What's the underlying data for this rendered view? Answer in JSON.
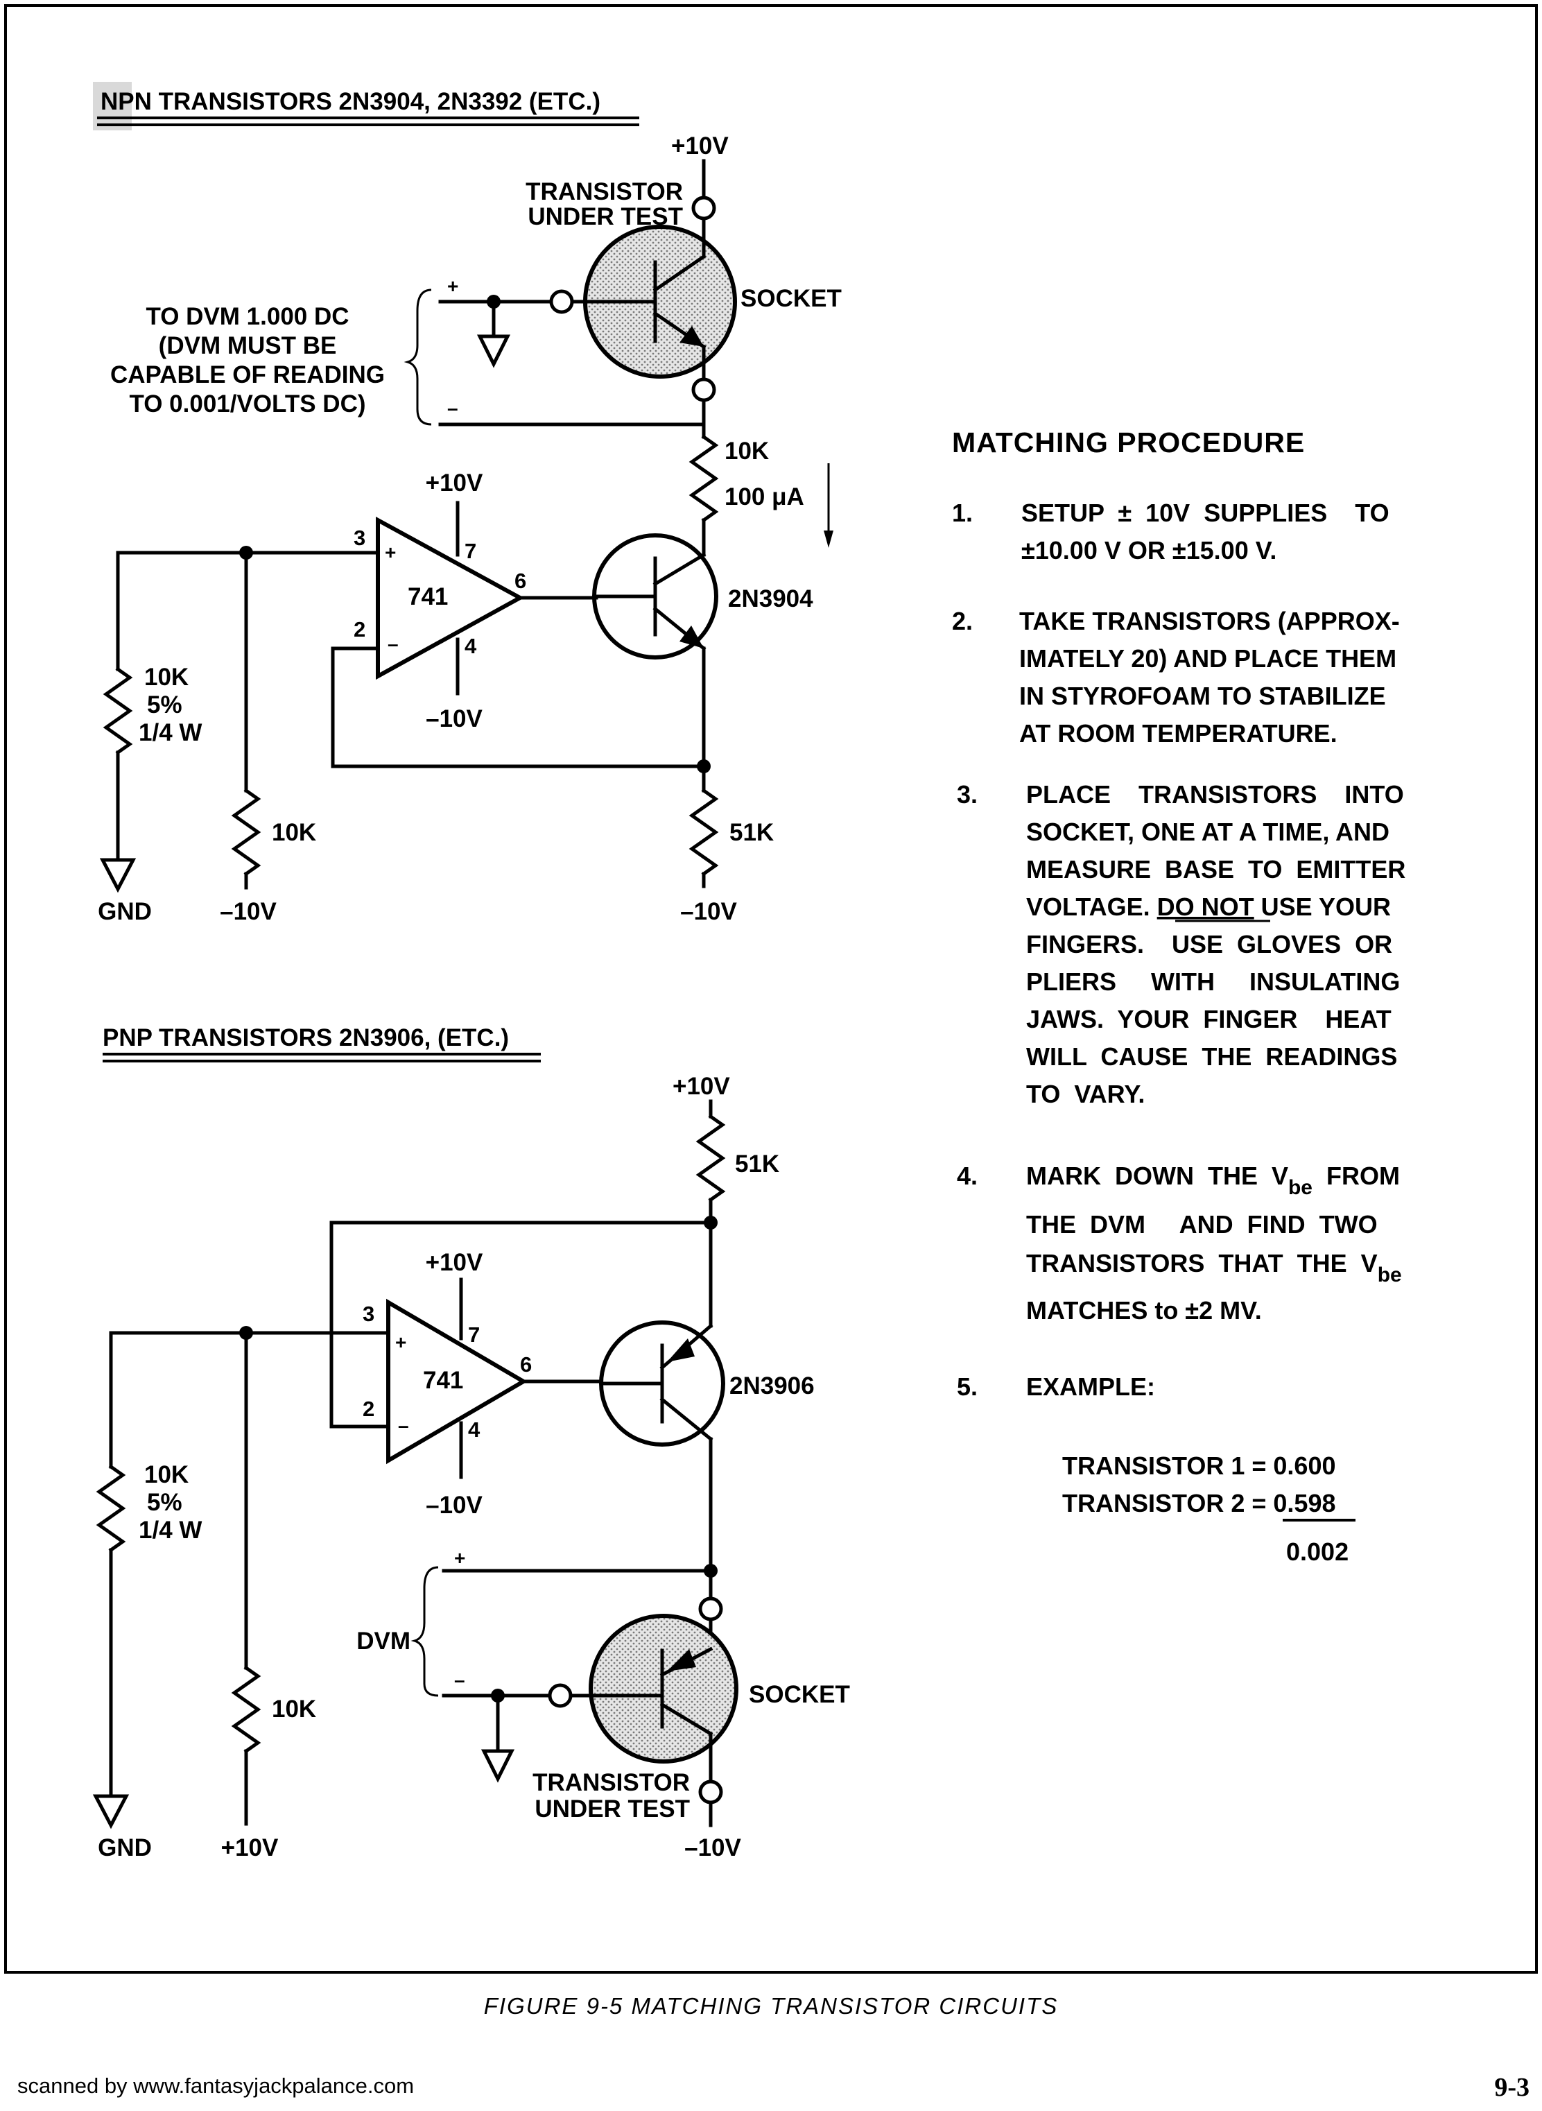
{
  "npn": {
    "title": "NPN TRANSISTORS 2N3904, 2N3392 (ETC.)",
    "supply_top": "+10V",
    "transistor_under_test": [
      "TRANSISTOR",
      "UNDER TEST"
    ],
    "socket": "SOCKET",
    "dvm_note": [
      "TO DVM 1.000 DC",
      "(DVM MUST BE",
      "CAPABLE OF READING",
      "TO 0.001/VOLTS DC)"
    ],
    "plus": "+",
    "minus": "–",
    "r_collector": "10K",
    "current": "100 μA",
    "opamp": {
      "name": "741",
      "vplus": "+10V",
      "vminus": "–10V",
      "pin3": "3",
      "pin2": "2",
      "pin7": "7",
      "pin6": "6",
      "pin4": "4",
      "in_plus": "+",
      "in_minus": "–"
    },
    "transistor": "2N3904",
    "r_left": [
      "10K",
      "5%",
      "1/4 W"
    ],
    "r_mid": "10K",
    "r_emitter": "51K",
    "gnd": "GND",
    "neg_mid": "–10V",
    "neg_right": "–10V"
  },
  "pnp": {
    "title": "PNP TRANSISTORS 2N3906, (ETC.)",
    "supply_top": "+10V",
    "r_top": "51K",
    "opamp": {
      "name": "741",
      "vplus": "+10V",
      "vminus": "–10V",
      "pin3": "3",
      "pin2": "2",
      "pin7": "7",
      "pin6": "6",
      "pin4": "4",
      "in_plus": "+",
      "in_minus": "–"
    },
    "transistor": "2N3906",
    "r_left": [
      "10K",
      "5%",
      "1/4 W"
    ],
    "r_mid": "10K",
    "dvm": "DVM",
    "plus": "+",
    "minus": "–",
    "socket": "SOCKET",
    "transistor_under_test": [
      "TRANSISTOR",
      "UNDER TEST"
    ],
    "gnd": "GND",
    "pos_mid": "+10V",
    "neg_bottom": "–10V"
  },
  "procedure": {
    "heading": "MATCHING PROCEDURE",
    "steps": [
      {
        "num": "1.",
        "lines": [
          "SETUP  ±  10V  SUPPLIES    TO",
          "±10.00 V OR ±15.00 V."
        ]
      },
      {
        "num": "2.",
        "lines": [
          "TAKE TRANSISTORS (APPROX-",
          "IMATELY 20) AND PLACE THEM",
          "IN STYROFOAM TO STABILIZE",
          "AT ROOM TEMPERATURE."
        ]
      },
      {
        "num": "3.",
        "lines": [
          "PLACE    TRANSISTORS    INTO",
          "SOCKET, ONE AT A TIME, AND",
          "MEASURE  BASE  TO  EMITTER",
          "FINGERS.    USE  GLOVES  OR",
          "PLIERS     WITH     INSULATING",
          "JAWS.  YOUR  FINGER    HEAT",
          "WILL  CAUSE  THE  READINGS",
          "TO  VARY."
        ],
        "line3_pre": "VOLTAGE. ",
        "line3_underlined": "DO NOT",
        "line3_post": " USE YOUR"
      },
      {
        "num": "4.",
        "line1_pre": "MARK  DOWN  THE  V",
        "sub": "be",
        "line1_post": "  FROM",
        "line2": "THE  DVM     AND  FIND  TWO",
        "line3_pre": "TRANSISTORS  THAT  THE  V",
        "line3_sub": "be",
        "line4": "MATCHES to ±2 MV."
      },
      {
        "num": "5.",
        "lines": [
          "EXAMPLE:"
        ]
      }
    ],
    "example": {
      "t1_label": "TRANSISTOR 1 = ",
      "t1_value": "0.600",
      "t2_label": "TRANSISTOR 2 = ",
      "t2_value": "0.598",
      "difference": "0.002"
    }
  },
  "caption": "FIGURE 9-5 MATCHING TRANSISTOR CIRCUITS",
  "footer": "scanned by www.fantasyjackpalance.com",
  "page_number": "9-3"
}
